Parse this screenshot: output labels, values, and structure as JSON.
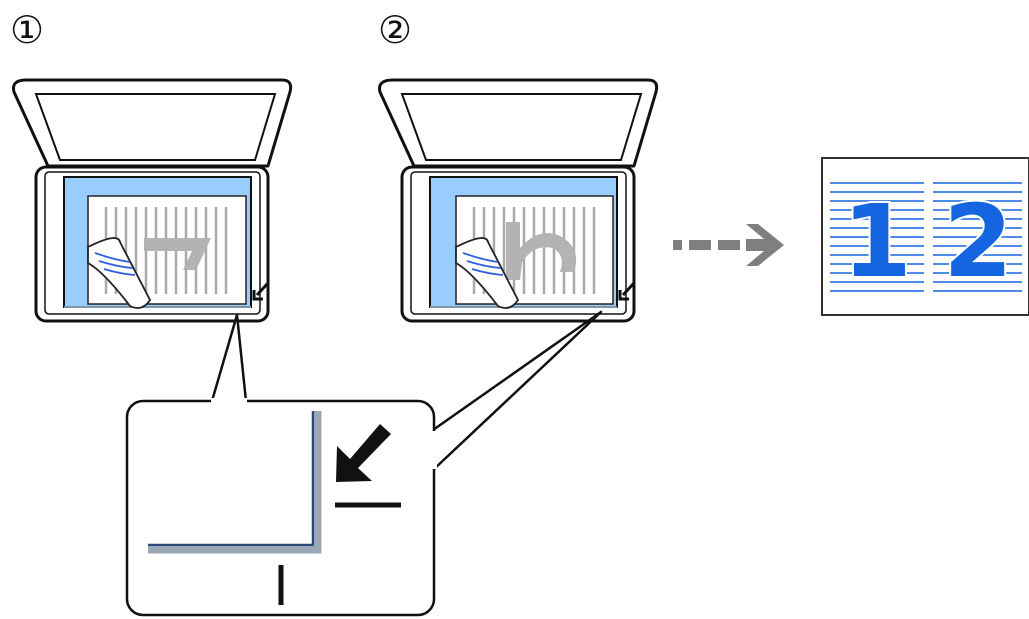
{
  "steps": [
    {
      "label": "①"
    },
    {
      "label": "②"
    }
  ],
  "result": {
    "pages": [
      "1",
      "2"
    ]
  },
  "colors": {
    "glass_blue": "#99ccff",
    "accent_blue": "#1565e0",
    "arrow_gray": "#7f7f7f",
    "outline": "#111111"
  },
  "icons": {
    "arrow": "dashed-right-arrow-icon",
    "corner_mark": "corner-arrow-icon"
  }
}
